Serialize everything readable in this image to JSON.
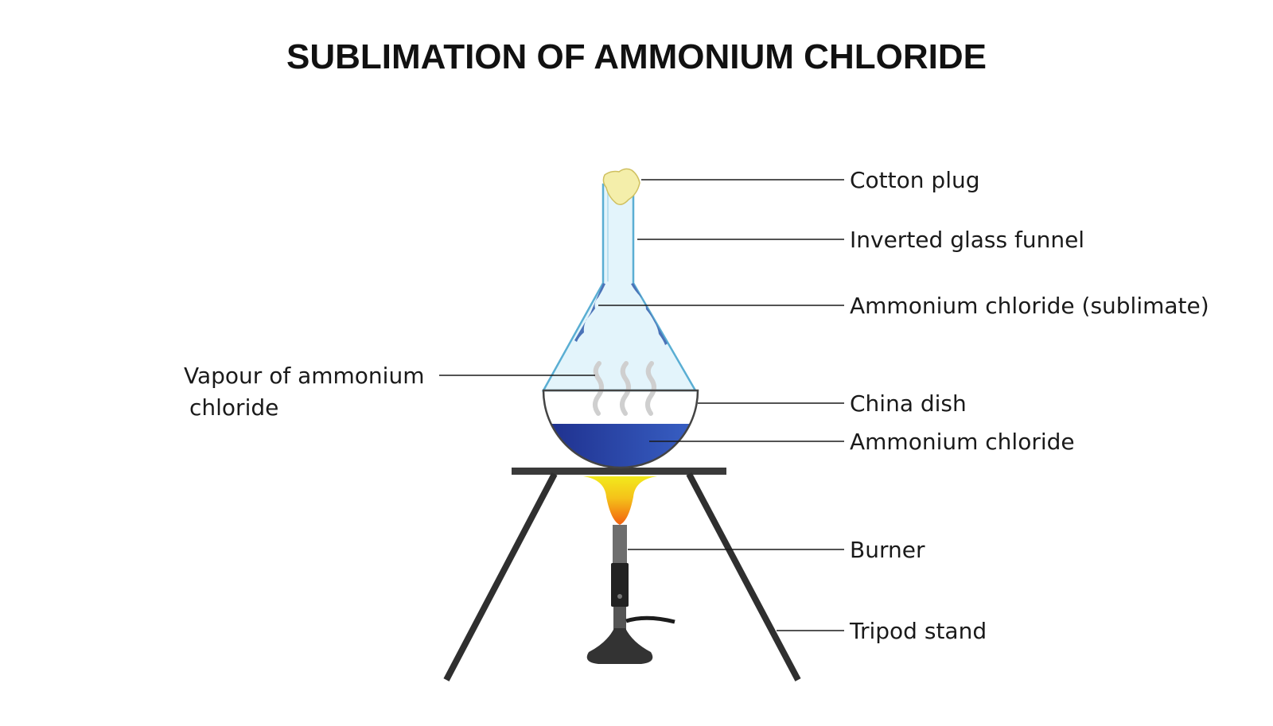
{
  "title": "SUBLIMATION OF AMMONIUM CHLORIDE",
  "labels": {
    "cotton_plug": "Cotton plug",
    "inverted_glass_funnel": "Inverted glass funnel",
    "sublimate": "Ammonium chloride (sublimate)",
    "vapour_line1": "Vapour of ammonium",
    "vapour_line2": "chloride",
    "china_dish": "China dish",
    "ammonium_chloride": "Ammonium chloride",
    "burner": "Burner",
    "tripod_stand": "Tripod stand"
  },
  "colors": {
    "glass_fill": "#e3f4fb",
    "glass_edge": "#5aaed3",
    "sublimate": "#4b73b8",
    "salt_dark": "#1d2d8a",
    "salt_light": "#3a63c8",
    "cotton": "#f4eeaa",
    "tripod": "#2f2f2f",
    "flame_outer": "#f2ea1c",
    "flame_inner": "#f26a12",
    "vapour": "#cfcfcf"
  }
}
